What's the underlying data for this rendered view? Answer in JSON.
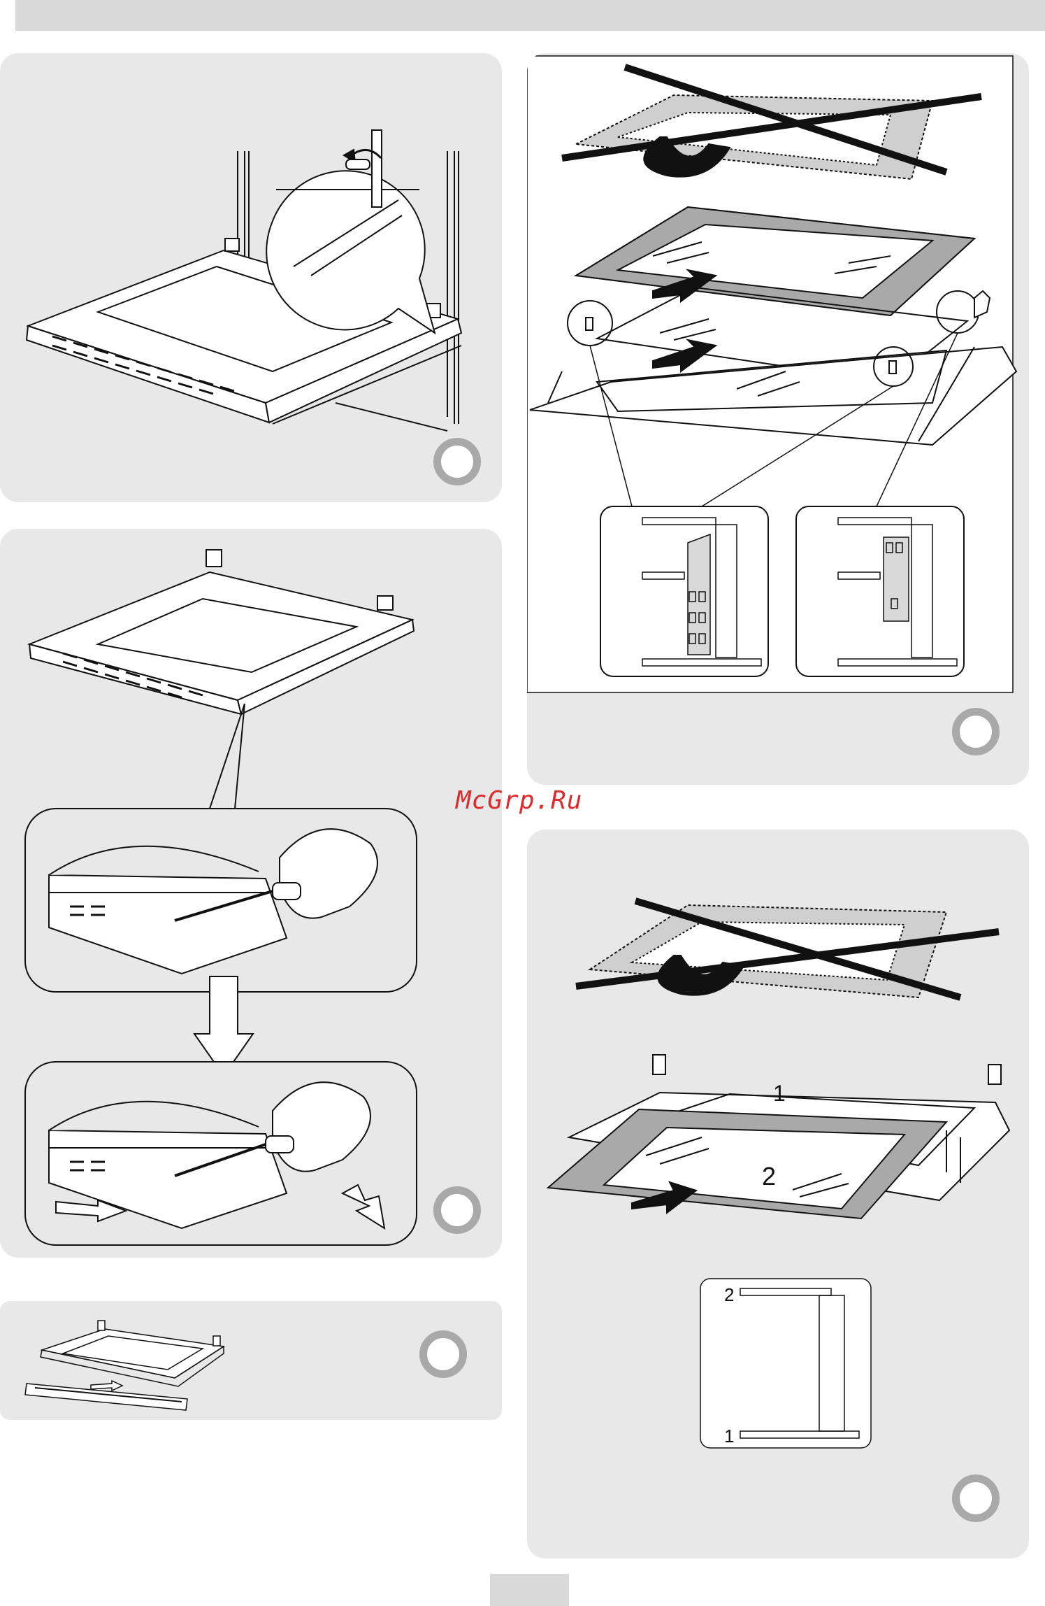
{
  "watermark": {
    "text": "McGrp.Ru"
  },
  "panels": {
    "door_hinge": {
      "icon": "hinge-lock-figure"
    },
    "door_top_trim": {
      "icon": "screwdriver-release-figure"
    },
    "door_trim_removed": {
      "icon": "trim-profile-figure"
    },
    "glass_four_layers": {
      "icon": "glass-removal-figure"
    },
    "glass_two_layers": {
      "icon": "glass-order-figure",
      "label_one": "1",
      "label_two": "2",
      "detail_label_two": "2",
      "detail_label_one": "1"
    }
  },
  "colors": {
    "panel": "#e8e8e8",
    "ring": "#a9a9a9",
    "watermark": "#dc2b2b",
    "topbar": "#d9d9d9"
  }
}
